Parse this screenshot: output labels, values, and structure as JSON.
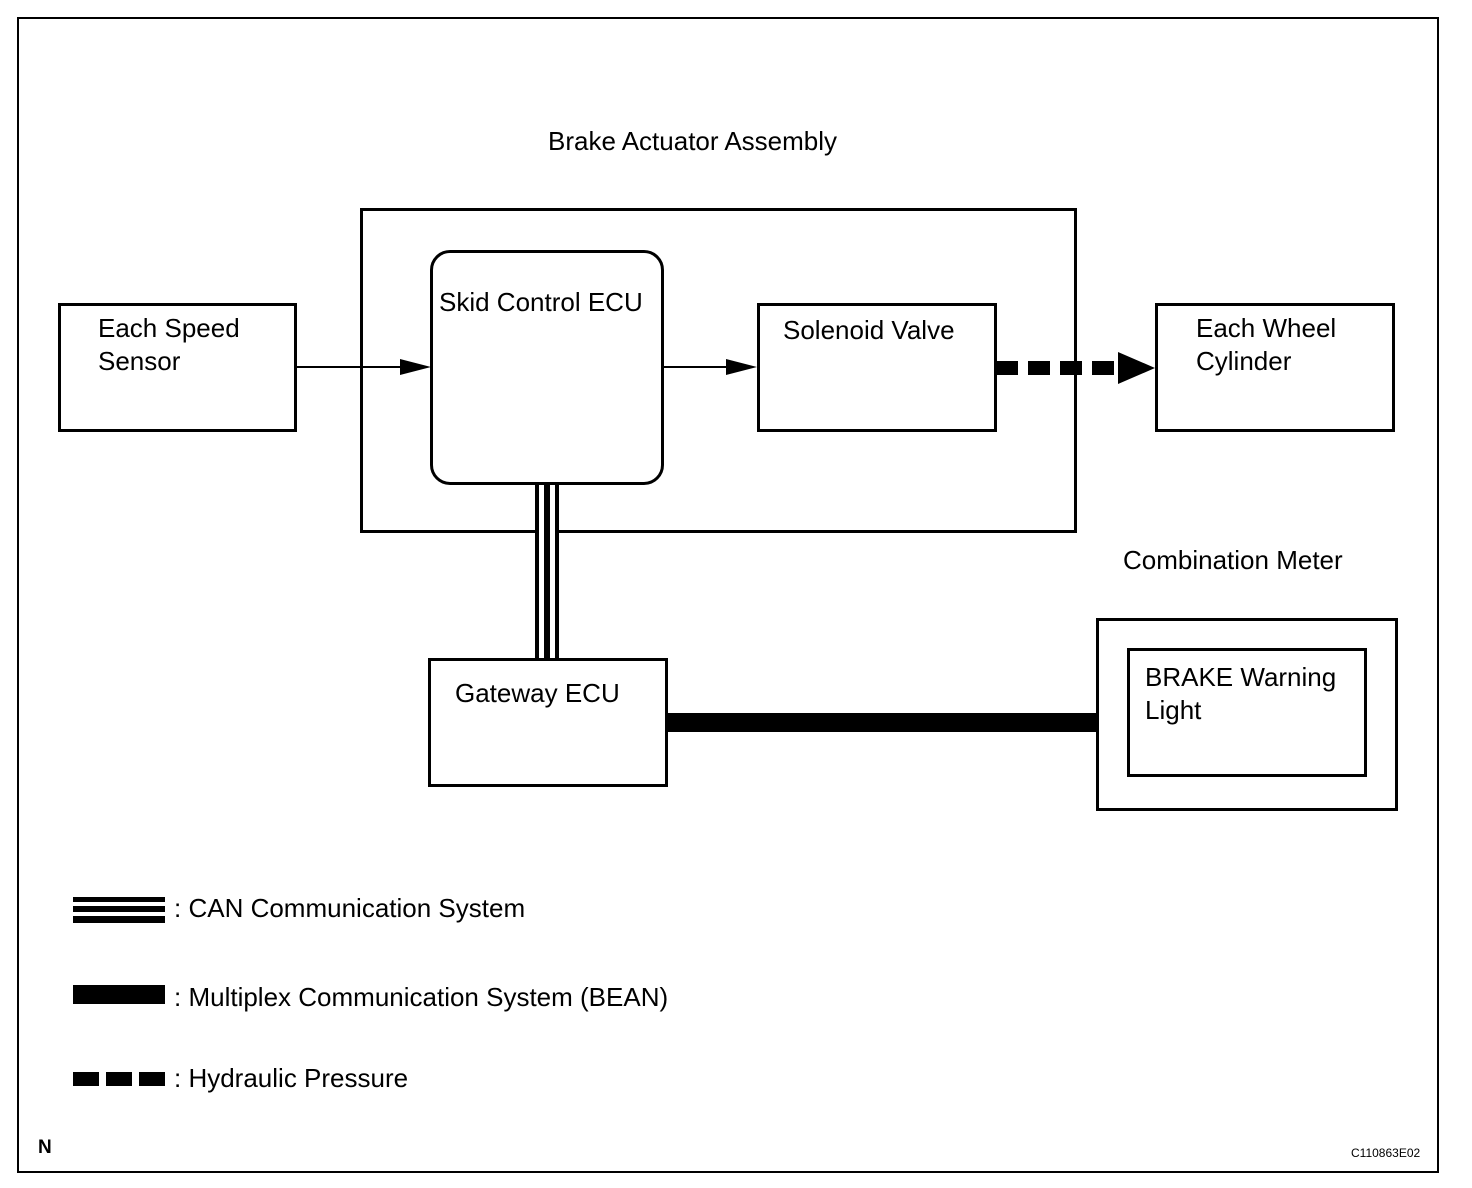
{
  "assemblies": {
    "brake_actuator": "Brake Actuator Assembly",
    "combination_meter": "Combination Meter"
  },
  "blocks": {
    "speed_sensor": "Each Speed\nSensor",
    "skid_control_ecu": "Skid Control ECU",
    "solenoid_valve": "Solenoid Valve",
    "wheel_cylinder": "Each Wheel\nCylinder",
    "gateway_ecu": "Gateway ECU",
    "brake_warning_light": "BRAKE Warning\nLight"
  },
  "legend": {
    "can": ": CAN Communication System",
    "bean": ": Multiplex Communication System (BEAN)",
    "hydraulic": ": Hydraulic Pressure"
  },
  "footer": {
    "corner_mark": "N",
    "figure_code": "C110863E02"
  }
}
